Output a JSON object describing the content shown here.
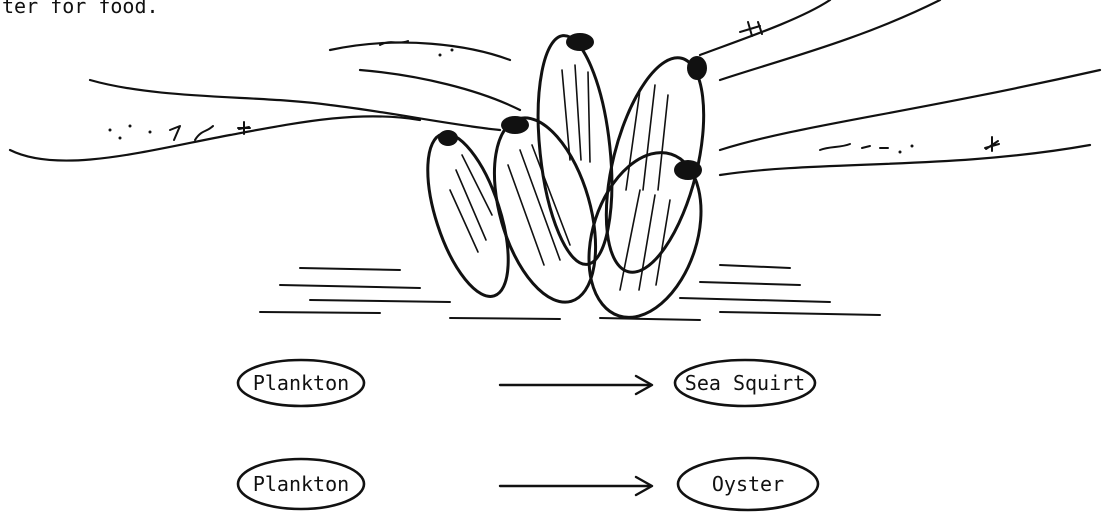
{
  "caption": "ter for food.",
  "food_chains": [
    {
      "from": "Plankton",
      "to": "Sea Squirt"
    },
    {
      "from": "Plankton",
      "to": "Oyster"
    }
  ],
  "illustration": "filter-feeding-shellfish-icon"
}
